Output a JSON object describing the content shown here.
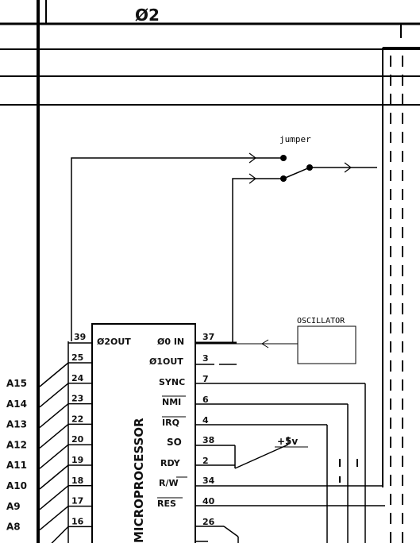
{
  "title_clock": "Ø2",
  "jumper_label": "jumper",
  "oscillator_label": "OSCILLATOR",
  "supply_label": "+5v",
  "chip_label": "MICROPROCESSOR",
  "chip_pins": {
    "phi2out": "Ø2OUT",
    "phi0in": "Ø0 IN",
    "phi1out": "Ø1OUT",
    "sync": "SYNC",
    "nmi": "NMI",
    "irq": "IRQ",
    "so": "SO",
    "rdy": "RDY",
    "rw": "R/W",
    "res": "RES"
  },
  "pin_numbers": {
    "p39_left": "39",
    "p37": "37",
    "p3": "3",
    "p7": "7",
    "p6": "6",
    "p4": "4",
    "p38": "38",
    "p2": "2",
    "p34": "34",
    "p40": "40",
    "p26": "26"
  },
  "address_pins": [
    {
      "name": "A15",
      "pin": "25"
    },
    {
      "name": "A14",
      "pin": "24"
    },
    {
      "name": "A13",
      "pin": "23"
    },
    {
      "name": "A12",
      "pin": "22"
    },
    {
      "name": "A11",
      "pin": "20"
    },
    {
      "name": "A10",
      "pin": "19"
    },
    {
      "name": "A9",
      "pin": "18"
    },
    {
      "name": "A8",
      "pin": "17"
    }
  ],
  "extra_left_pin": "16"
}
